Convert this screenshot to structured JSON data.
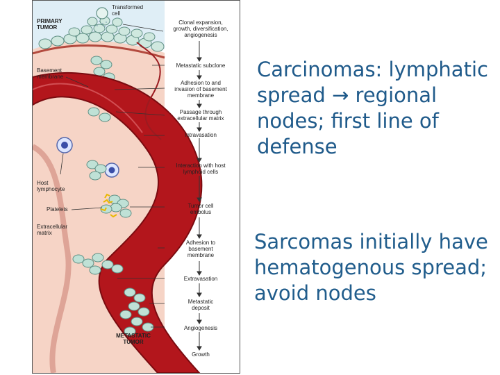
{
  "figure": {
    "left_labels": {
      "primary_tumor": "PRIMARY\nTUMOR",
      "basement_membrane": "Basement\nmembrane",
      "host_lymphocyte": "Host\nlymphocyte",
      "platelets": "Platelets",
      "extracellular_matrix": "Extracellular\nmatrix",
      "metastatic_tumor": "METASTATIC\nTUMOR"
    },
    "transformed_cell": "Transformed\ncell",
    "steps": [
      "Clonal expansion,\ngrowth, diversification,\nangiogenesis",
      "Metastatic subclone",
      "Adhesion to and\ninvasion of basement\nmembrane",
      "Passage through\nextracellular matrix",
      "Intravasation",
      "Interaction with host\nlymphoid cells",
      "Tumor cell\nembolus",
      "Adhesion to\nbasement\nmembrane",
      "Extravasation",
      "Metastatic\ndeposit",
      "Angiogenesis",
      "Growth"
    ]
  },
  "carcinoma_note": "Carcinomas: lymphatic\nspread → regional\nnodes; first line of\ndefense",
  "sarcoma_note": "Sarcomas initially have\nhematogenous spread;\navoid nodes",
  "colors": {
    "vessel": "#b3161c",
    "vessel_dark": "#8e0e14",
    "tissue": "#f4cdbf",
    "tumor_cell": "#c8e6dc",
    "tumor_outline": "#5f8f84",
    "text_blue": "#1f5a8a"
  }
}
